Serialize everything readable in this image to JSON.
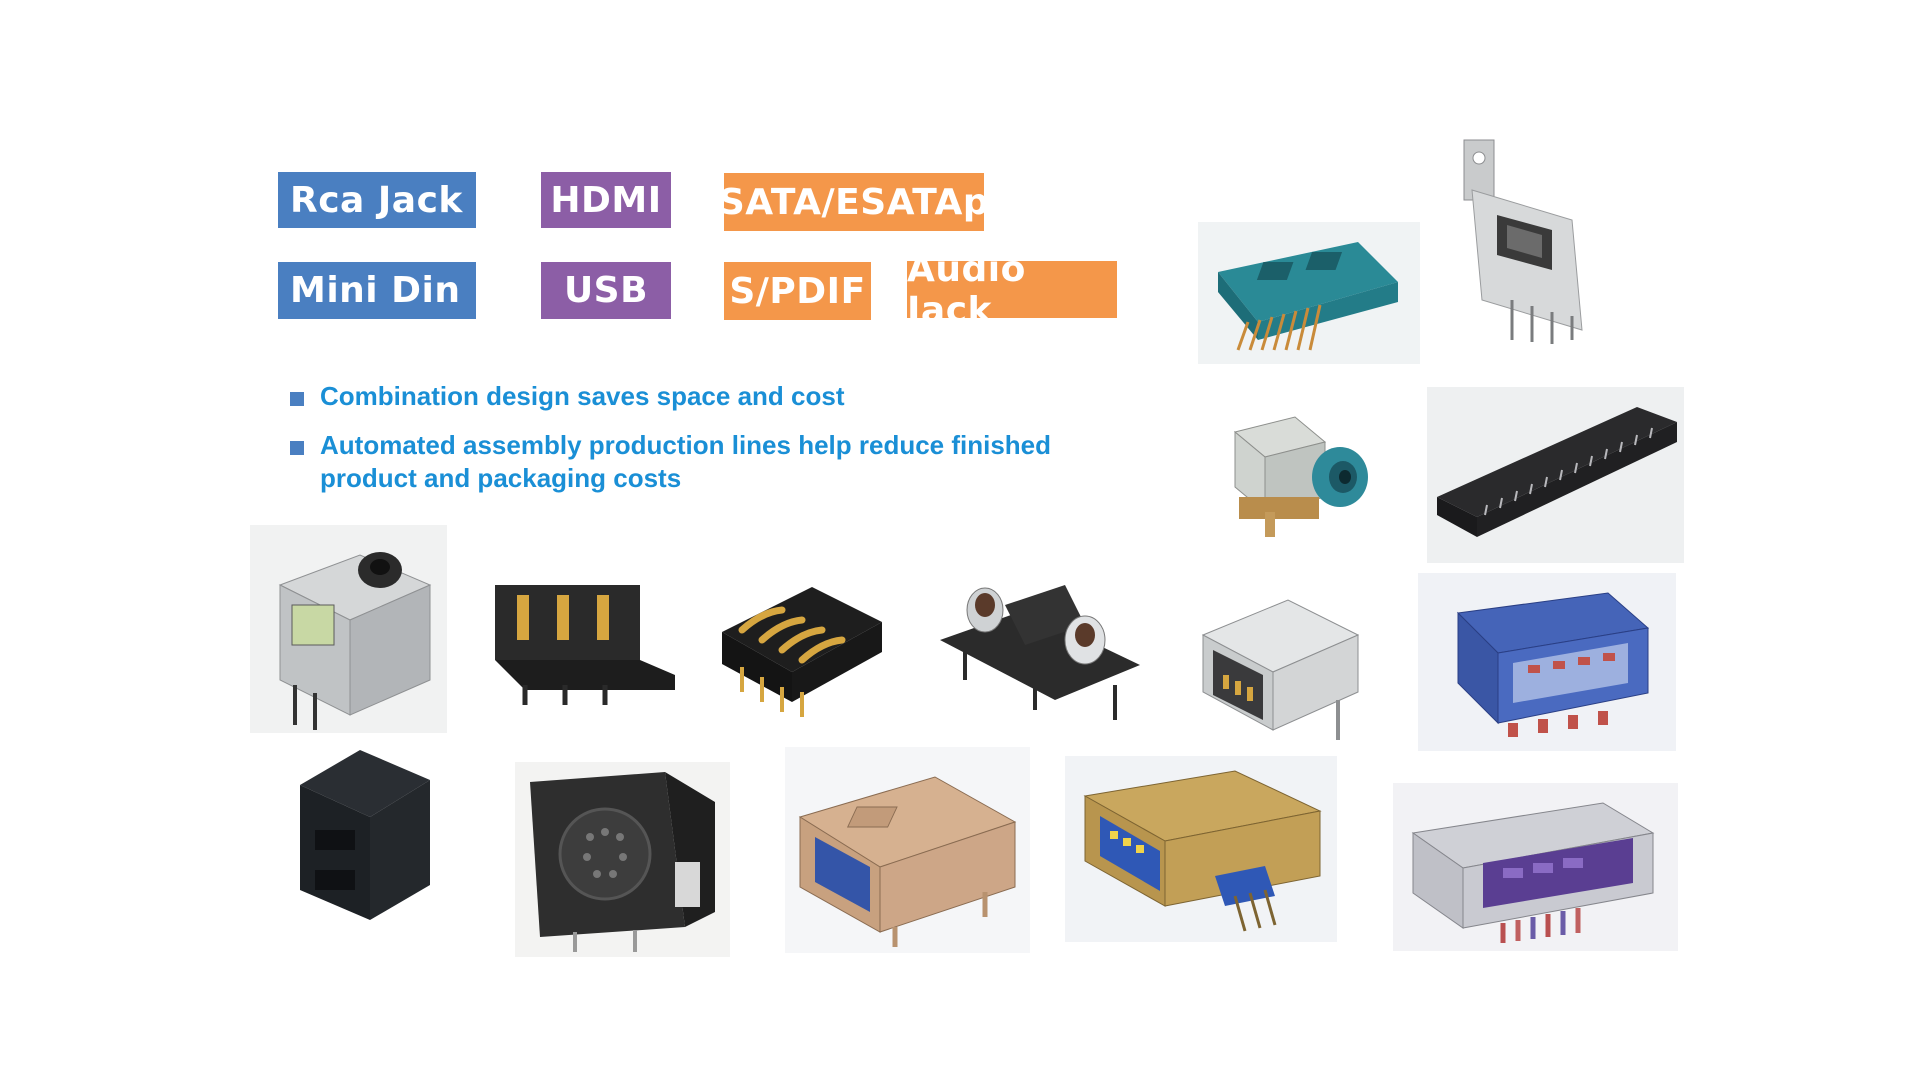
{
  "tags": {
    "rca": "Rca Jack",
    "hdmi": "HDMI",
    "sata": "SATA/ESATAp",
    "mini_din": "Mini Din",
    "usb": "USB",
    "spdif": "S/PDIF",
    "audio": "Audio Jack"
  },
  "bullets": [
    "Combination design saves space and cost",
    "Automated assembly production lines help reduce finished product and packaging costs"
  ],
  "colors": {
    "blue_tag": "#4a7fc1",
    "purple_tag": "#8c5ea6",
    "orange_tag": "#f4974a",
    "bullet_text": "#1a8fd6"
  },
  "images": [
    "sata-connector-teal",
    "hdmi-connector-vertical",
    "audio-jack-teal",
    "pcie-edge-connector-black",
    "audio-jack-metal",
    "battery-connector-3pin",
    "battery-connector-4pin",
    "rca-jack-dual",
    "usb-a-connector-metal",
    "usb3-connector-blue",
    "mini-din-black-square",
    "mini-din-round-black",
    "usb-a-connector-tan",
    "usb3-connector-gold",
    "esata-connector-purple"
  ]
}
